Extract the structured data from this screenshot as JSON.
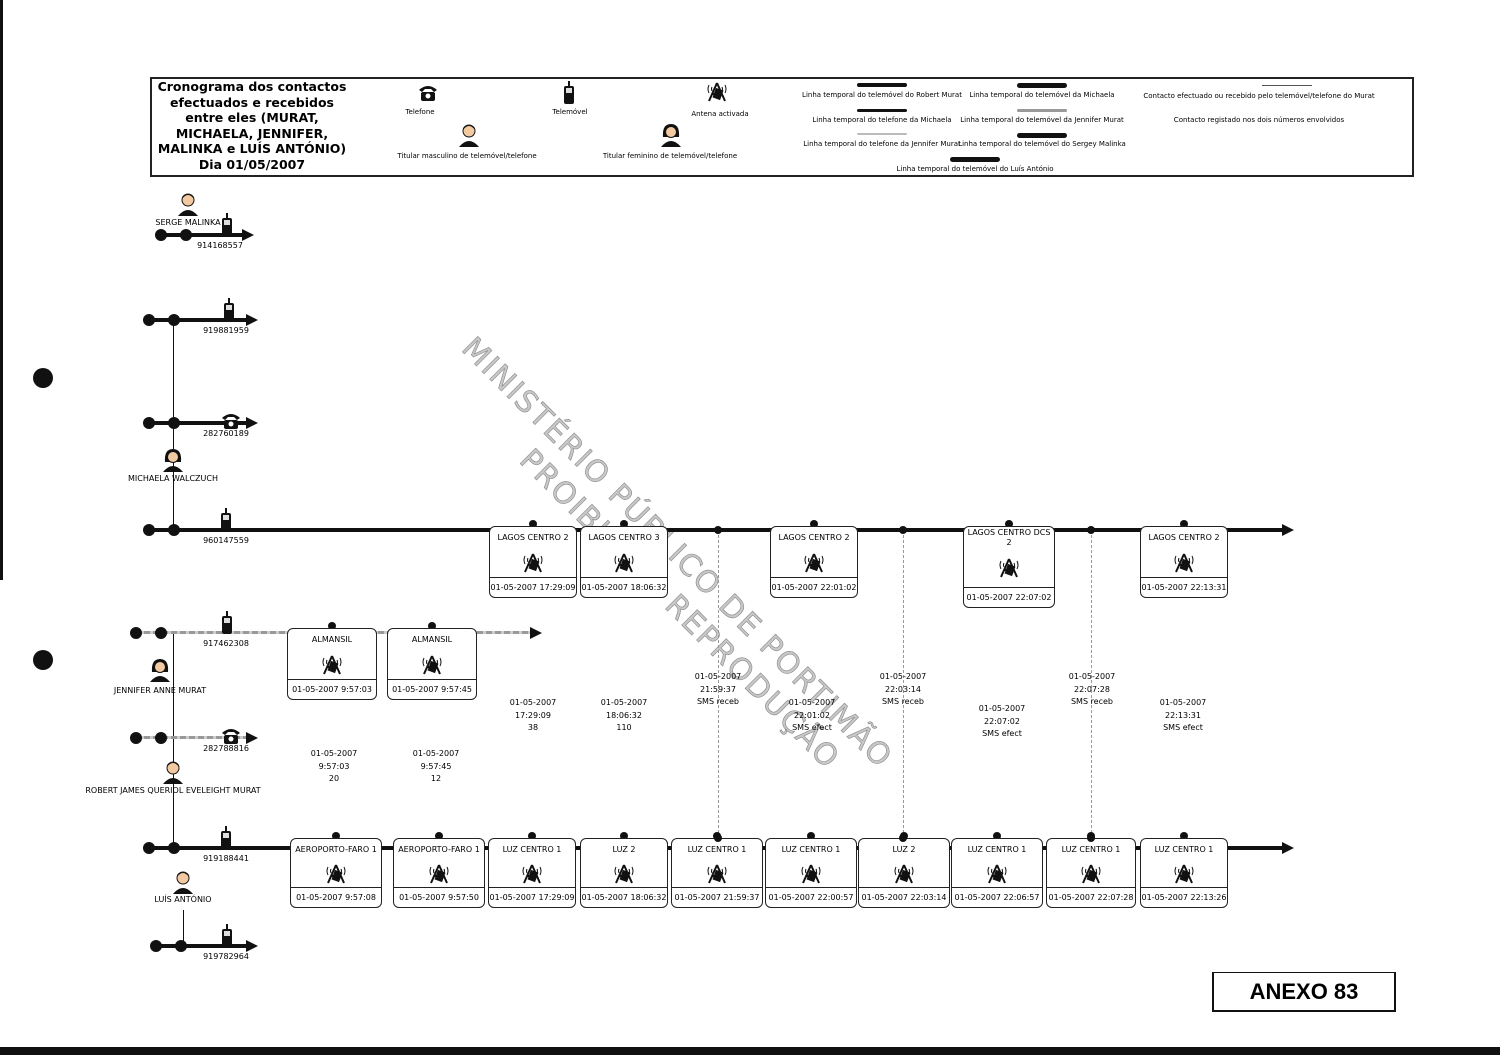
{
  "legend": {
    "title": "Cronograma dos contactos efectuados e recebidos entre eles (MURAT, MICHAELA, JENNIFER, MALINKA e LUÍS ANTÓNIO) Dia 01/05/2007",
    "telefone": "Telefone",
    "telemovel": "Telemóvel",
    "antena": "Antena activada",
    "titular_m": "Titular masculino de telemóvel/telefone",
    "titular_f": "Titular feminino de telemóvel/telefone",
    "lines": [
      "Linha temporal do telemóvel do Robert Murat",
      "Linha temporal do telemóvel da Michaela",
      "Linha temporal do telefone da Michaela",
      "Linha temporal do telemóvel da Jennifer Murat",
      "Linha temporal do telefone da Jennifer Murat",
      "Linha temporal do telemóvel do Sergey Malinka",
      "Linha temporal do telemóvel do Luís António"
    ],
    "contact_arrow": "Contacto efectuado ou recebido pelo telemóvel/telefone do Murat",
    "contact_both": "Contacto registado nos dois números envolvidos"
  },
  "persons": {
    "serge": "SERGE MALINKA",
    "michaela": "MICHAELA WALCZUCH",
    "jennifer": "JENNIFER ANNE MURAT",
    "robert": "ROBERT JAMES QUERIOL EVELEIGHT MURAT",
    "luis": "LUÍS ANTÓNIO"
  },
  "numbers": {
    "serge": "914168557",
    "m1": "919881959",
    "m2": "282760189",
    "m3": "960147559",
    "j1": "917462308",
    "j2": "282788816",
    "r1": "919188441",
    "l1": "919782964"
  },
  "top_cells": [
    {
      "name": "LAGOS CENTRO 2",
      "dt": "01-05-2007 17:29:09"
    },
    {
      "name": "LAGOS CENTRO 3",
      "dt": "01-05-2007 18:06:32"
    },
    {
      "name": "LAGOS CENTRO 2",
      "dt": "01-05-2007 22:01:02"
    },
    {
      "name": "LAGOS CENTRO DCS 2",
      "dt": "01-05-2007 22:07:02"
    },
    {
      "name": "LAGOS CENTRO 2",
      "dt": "01-05-2007 22:13:31"
    }
  ],
  "jennifer_cells": [
    {
      "name": "ALMANSIL",
      "dt": "01-05-2007 9:57:03"
    },
    {
      "name": "ALMANSIL",
      "dt": "01-05-2007 9:57:45"
    }
  ],
  "bottom_cells": [
    {
      "name": "AEROPORTO-FARO 1",
      "dt": "01-05-2007 9:57:08"
    },
    {
      "name": "AEROPORTO-FARO 1",
      "dt": "01-05-2007 9:57:50"
    },
    {
      "name": "LUZ CENTRO 1",
      "dt": "01-05-2007 17:29:09"
    },
    {
      "name": "LUZ 2",
      "dt": "01-05-2007 18:06:32"
    },
    {
      "name": "LUZ CENTRO 1",
      "dt": "01-05-2007 21:59:37"
    },
    {
      "name": "LUZ CENTRO 1",
      "dt": "01-05-2007 22:00:57"
    },
    {
      "name": "LUZ 2",
      "dt": "01-05-2007 22:03:14"
    },
    {
      "name": "LUZ CENTRO 1",
      "dt": "01-05-2007 22:06:57"
    },
    {
      "name": "LUZ CENTRO 1",
      "dt": "01-05-2007 22:07:28"
    },
    {
      "name": "LUZ CENTRO 1",
      "dt": "01-05-2007 22:13:26"
    }
  ],
  "contacts": [
    {
      "date": "01-05-2007",
      "time": "9:57:03",
      "info": "20"
    },
    {
      "date": "01-05-2007",
      "time": "9:57:45",
      "info": "12"
    },
    {
      "date": "01-05-2007",
      "time": "17:29:09",
      "info": "38"
    },
    {
      "date": "01-05-2007",
      "time": "18:06:32",
      "info": "110"
    },
    {
      "date": "01-05-2007",
      "time": "21:59:37",
      "info": "SMS receb"
    },
    {
      "date": "01-05-2007",
      "time": "22:01:02",
      "info": "SMS efect"
    },
    {
      "date": "01-05-2007",
      "time": "22:03:14",
      "info": "SMS receb"
    },
    {
      "date": "01-05-2007",
      "time": "22:07:02",
      "info": "SMS efect"
    },
    {
      "date": "01-05-2007",
      "time": "22:07:28",
      "info": "SMS receb"
    },
    {
      "date": "01-05-2007",
      "time": "22:13:31",
      "info": "SMS efect"
    }
  ],
  "watermark": [
    "MINISTÉRIO PÚBLICO DE PORTIMÃO",
    "PROIBIDA A REPRODUÇÃO"
  ],
  "annex": "ANEXO 83"
}
